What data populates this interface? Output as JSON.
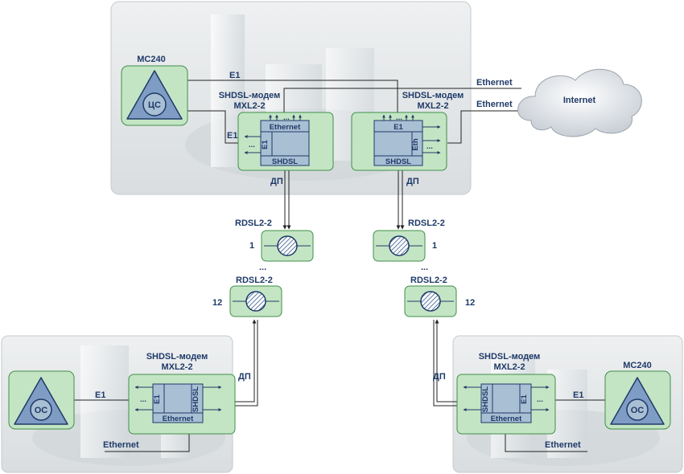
{
  "labels": {
    "mc240": "MC240",
    "cs": "ЦС",
    "os": "ОС",
    "e1": "E1",
    "ethernet": "Ethernet",
    "internet": "Internet",
    "modem_line1": "SHDSL-модем",
    "modem_line2": "MXL2-2",
    "shdsl": "SHDSL",
    "eth": "Eth",
    "dp": "ДП",
    "rdsl": "RDSL2-2",
    "n1": "1",
    "n12": "12",
    "dots": "..."
  },
  "colors": {
    "building_bg": "#e4e8ea",
    "module_fill": "#c4e5c4",
    "module_stroke": "#3f8f4a",
    "card_fill": "#a9bfd4",
    "line": "#222222",
    "text": "#1f3a68"
  }
}
